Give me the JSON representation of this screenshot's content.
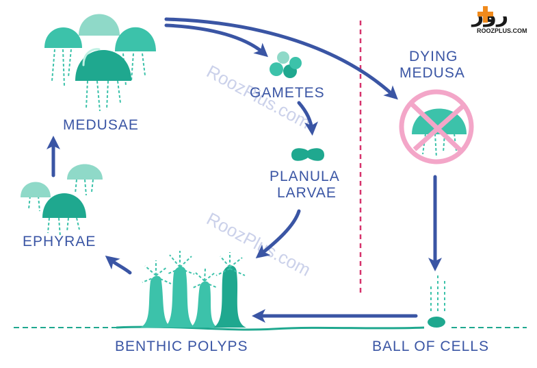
{
  "labels": {
    "medusae": "MEDUSAE",
    "gametes": "GAMETES",
    "planula_line1": "PLANULA",
    "planula_line2": "LARVAE",
    "dying_line1": "DYING",
    "dying_line2": "MEDUSA",
    "ephyrae": "EPHYRAE",
    "benthic_polyps": "BENTHIC POLYPS",
    "ball_of_cells": "BALL OF CELLS"
  },
  "watermark": {
    "text": "RoozPlus.com"
  },
  "logo": {
    "mark": "روز",
    "url": "ROOZPLUS.COM"
  },
  "colors": {
    "teal_dark": "#1fa88f",
    "teal_mid": "#3cc2aa",
    "teal_light": "#8fd9c8",
    "arrow_blue": "#3a55a4",
    "divider_pink": "#d6336c",
    "cross_pink": "#f3a6c8",
    "logo_orange": "#f08a1c"
  }
}
